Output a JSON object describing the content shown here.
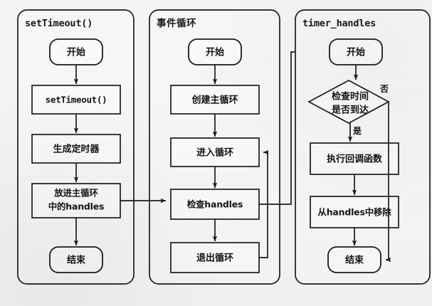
{
  "figure": {
    "kind": "flowchart",
    "background_color": "#f6f5f3",
    "line_color": "#1b1a1d",
    "node_fill": "#fbfaf8"
  },
  "panels": [
    {
      "id": "set-timeout",
      "title": "setTimeout()",
      "script": "latin"
    },
    {
      "id": "event-loop",
      "title": "事件循环",
      "script": "cjk"
    },
    {
      "id": "timer-handles",
      "title": "timer_handles",
      "script": "latin"
    }
  ],
  "nodes": {
    "p1_start": "开始",
    "p1_settimeout": "setTimeout()",
    "p1_create_timer": "生成定时器",
    "p1_push_line1": "放进主循环",
    "p1_push_line2": "中的handles",
    "p1_end": "结束",
    "p2_start": "开始",
    "p2_create_loop": "创建主循环",
    "p2_enter_loop": "进入循环",
    "p2_check_handles": "检查handles",
    "p2_exit_loop": "退出循环",
    "p3_start": "开始",
    "p3_decision_line1": "检查时间",
    "p3_decision_line2": "是否到达",
    "p3_run_callback": "执行回调函数",
    "p3_remove": "从handles中移除",
    "p3_end": "结束"
  },
  "edge_labels": {
    "yes": "是",
    "no": "否"
  }
}
